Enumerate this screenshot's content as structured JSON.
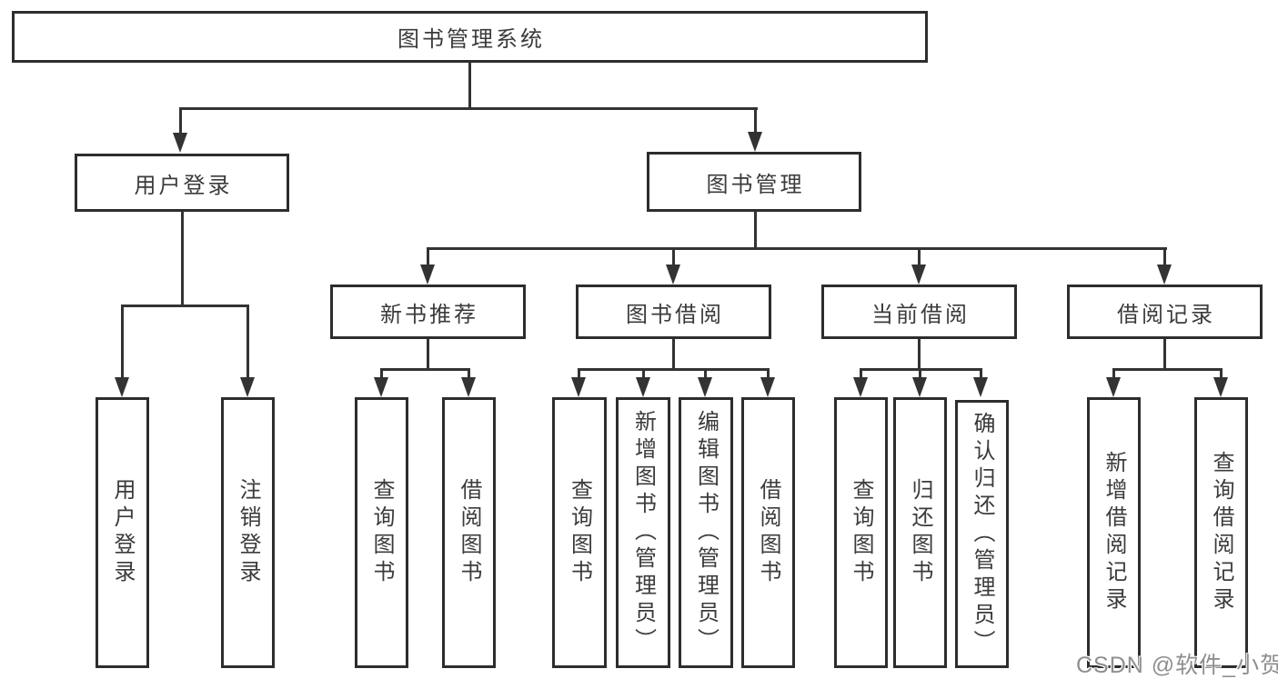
{
  "diagram": {
    "type": "hierarchy-structure-chart",
    "title": "图书管理系统"
  },
  "nodes": {
    "root": {
      "label": "图书管理系统"
    },
    "userLogin": {
      "label": "用户登录"
    },
    "bookManagement": {
      "label": "图书管理"
    },
    "newBookRecommend": {
      "label": "新书推荐"
    },
    "bookBorrow": {
      "label": "图书借阅"
    },
    "currentBorrow": {
      "label": "当前借阅"
    },
    "borrowRecord": {
      "label": "借阅记录"
    },
    "leafUserLogin": {
      "label": "用户登录"
    },
    "leafLogout": {
      "label": "注销登录"
    },
    "leafRecQueryBook": {
      "label": "查询图书"
    },
    "leafRecBorrowBook": {
      "label": "借阅图书"
    },
    "leafBorQueryBook": {
      "label": "查询图书"
    },
    "leafBorAddBook": {
      "label": "新增图书（管理员）"
    },
    "leafBorEditBook": {
      "label": "编辑图书（管理员）"
    },
    "leafBorBorrowBook": {
      "label": "借阅图书"
    },
    "leafCurQueryBook": {
      "label": "查询图书"
    },
    "leafCurReturnBook": {
      "label": "归还图书"
    },
    "leafCurConfirmReturn": {
      "label": "确认归还（管理员）"
    },
    "leafRecordAdd": {
      "label": "新增借阅记录"
    },
    "leafRecordQuery": {
      "label": "查询借阅记录"
    }
  },
  "edges": [
    {
      "from": "图书管理系统",
      "to": [
        "用户登录",
        "图书管理"
      ]
    },
    {
      "from": "用户登录",
      "to": [
        "用户登录",
        "注销登录"
      ]
    },
    {
      "from": "图书管理",
      "to": [
        "新书推荐",
        "图书借阅",
        "当前借阅",
        "借阅记录"
      ]
    },
    {
      "from": "新书推荐",
      "to": [
        "查询图书",
        "借阅图书"
      ]
    },
    {
      "from": "图书借阅",
      "to": [
        "查询图书",
        "新增图书（管理员）",
        "编辑图书（管理员）",
        "借阅图书"
      ]
    },
    {
      "from": "当前借阅",
      "to": [
        "查询图书",
        "归还图书",
        "确认归还（管理员）"
      ]
    },
    {
      "from": "借阅记录",
      "to": [
        "新增借阅记录",
        "查询借阅记录"
      ]
    }
  ],
  "watermark": {
    "text": "CSDN @软件_小贺同学"
  },
  "colors": {
    "background": "#ffffff",
    "box_border": "#2d2d2d",
    "line": "#333333",
    "text": "#3b3b3b",
    "watermark": "#8f8f8f"
  }
}
